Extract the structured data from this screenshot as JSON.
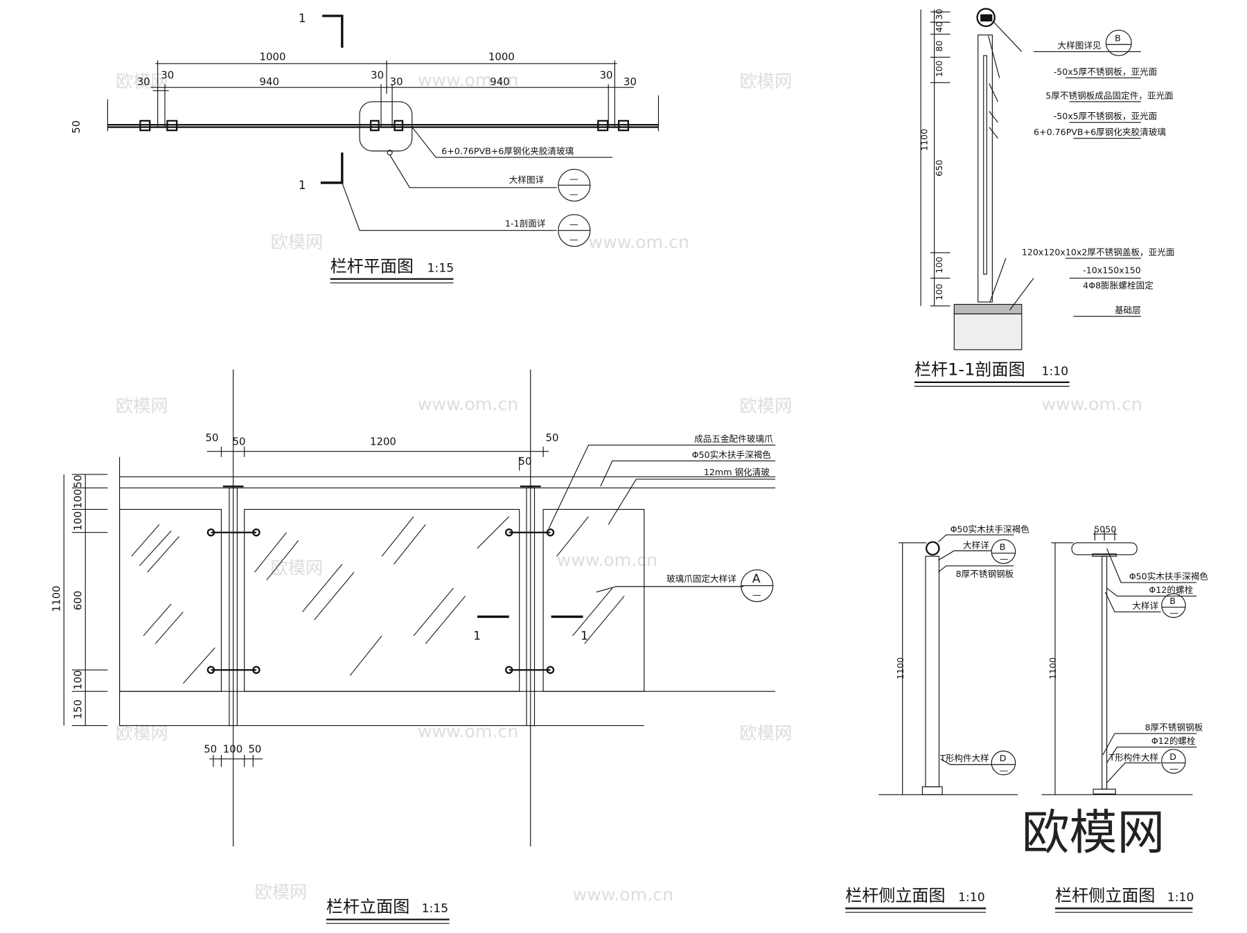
{
  "plan": {
    "section_mark": "1",
    "dims_top": [
      "1000",
      "1000"
    ],
    "dims_second": [
      "30",
      "30",
      "940",
      "30",
      "30",
      "940",
      "30",
      "30"
    ],
    "thickness": "50",
    "glass_label": "6+0.76PVB+6厚钢化夹胶清玻璃",
    "detail_label": "大样图详",
    "section_label": "1-1剖面详",
    "circle_top": "—",
    "circle_bottom": "—",
    "title": "栏杆平面图",
    "scale": "1:15"
  },
  "section": {
    "dims": [
      "30",
      "40",
      "80",
      "100",
      "650",
      "100",
      "100"
    ],
    "total": "1100",
    "labels": [
      "大样图详见",
      "-50x5厚不锈钢板，亚光面",
      "5厚不锈钢板成品固定件，亚光面",
      "-50x5厚不锈钢板，亚光面",
      "6+0.76PVB+6厚钢化夹胶清玻璃",
      "120x120x10x2厚不锈钢盖板，亚光面",
      "-10x150x150",
      "4Φ8膨胀螺栓固定",
      "基础层"
    ],
    "ref": "B",
    "ref_sub": "—",
    "title": "栏杆1-1剖面图",
    "scale": "1:10"
  },
  "elevation": {
    "dims_top": [
      "50",
      "50",
      "1200",
      "50",
      "50"
    ],
    "dims_left": [
      "50",
      "100",
      "100",
      "600",
      "100",
      "150"
    ],
    "total": "1100",
    "dims_bottom": [
      "50",
      "100",
      "50"
    ],
    "labels": [
      "成品五金配件玻璃爪",
      "Φ50实木扶手深褐色",
      "12mm 钢化清玻",
      "玻璃爪固定大样详"
    ],
    "ref": "A",
    "ref_sub": "—",
    "section_mark": "1",
    "title": "栏杆立面图",
    "scale": "1:15"
  },
  "side1": {
    "labels": [
      "Φ50实木扶手深褐色",
      "大样详",
      "8厚不锈钢钢板",
      "T形构件大样"
    ],
    "refs": [
      "B",
      "D"
    ],
    "ref_sub": "—",
    "total": "1100",
    "title": "栏杆侧立面图",
    "scale": "1:10"
  },
  "side2": {
    "dims_top": [
      "50",
      "50"
    ],
    "labels": [
      "Φ50实木扶手深褐色",
      "Φ12的螺栓",
      "大样详",
      "8厚不锈钢钢板",
      "Φ12的螺栓",
      "T形构件大样"
    ],
    "refs": [
      "B",
      "D"
    ],
    "ref_sub": "—",
    "total": "1100",
    "title": "栏杆侧立面图",
    "scale": "1:10"
  },
  "watermark": {
    "brand": "欧模网",
    "url": "www.om.cn"
  }
}
